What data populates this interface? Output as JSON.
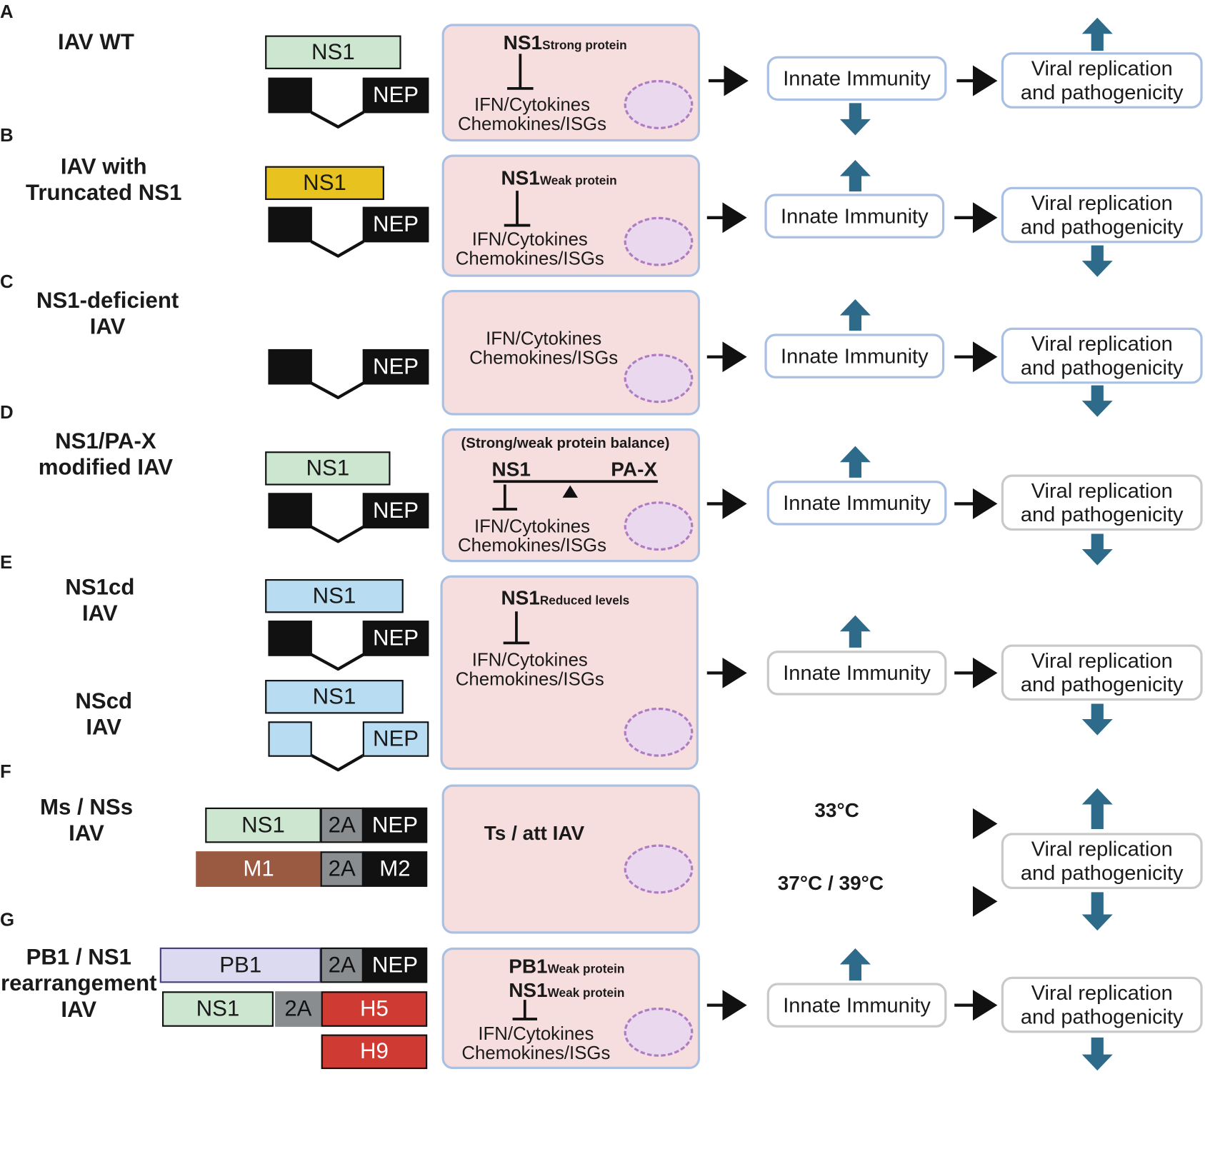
{
  "panels": [
    {
      "letter": "A",
      "title": "IAV WT"
    },
    {
      "letter": "B",
      "title": "IAV with\nTruncated NS1"
    },
    {
      "letter": "C",
      "title": "NS1-deficient\nIAV"
    },
    {
      "letter": "D",
      "title": "NS1/PA-X\nmodified IAV"
    },
    {
      "letter": "E",
      "title": "NS1cd\nIAV",
      "title2": "NScd\nIAV"
    },
    {
      "letter": "F",
      "title": "Ms / NSs\nIAV"
    },
    {
      "letter": "G",
      "title": "PB1 / NS1\nrearrangement\nIAV"
    }
  ],
  "genes": {
    "ns1": "NS1",
    "nep": "NEP",
    "m1": "M1",
    "m2": "M2",
    "twoA": "2A",
    "pb1": "PB1",
    "h5": "H5",
    "h9": "H9"
  },
  "cell": {
    "ifn": "IFN/Cytokines\nChemokines/ISGs",
    "ns1": "NS1",
    "strong": "Strong protein",
    "weak": "Weak protein",
    "reduced": "Reduced levels",
    "balance": "(Strong/weak protein balance)",
    "pax": "PA-X",
    "ts": "Ts / att IAV",
    "pb1": "PB1"
  },
  "innate": "Innate Immunity",
  "viral": "Viral replication\nand pathogenicity",
  "temps": {
    "low": "33°C",
    "high": "37°C / 39°C"
  },
  "colors": {
    "ns1_wt": "#cde6d0",
    "ns1_truncated": "#e8c21e",
    "ns1_cd": "#b8dcf2",
    "m1": "#9a5a41",
    "twoA": "#8a8d90",
    "pb1": "#dcdaf0",
    "h5": "#cf3a33",
    "cell_fill": "#f7dede",
    "cell_border": "#a9c0e3",
    "arrow_blue": "#2e6a8a"
  }
}
